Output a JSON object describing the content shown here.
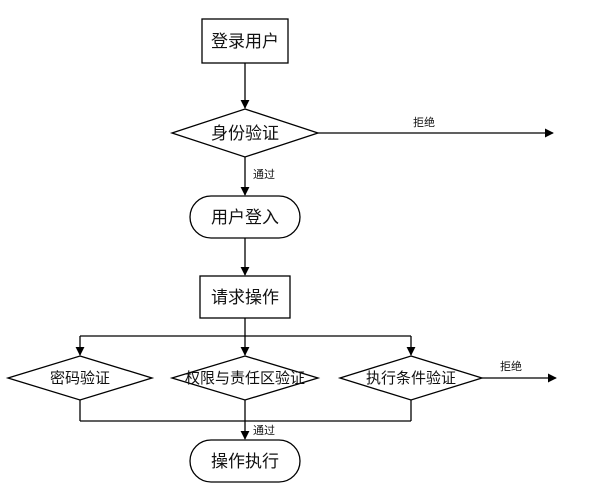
{
  "nodes": {
    "login_user": "登录用户",
    "identity_check": "身份验证",
    "user_login": "用户登入",
    "request_op": "请求操作",
    "password_check": "密码验证",
    "permission_check": "权限与责任区验证",
    "condition_check": "执行条件验证",
    "execute_op": "操作执行"
  },
  "edges": {
    "reject_1": "拒绝",
    "pass_1": "通过",
    "reject_2": "拒绝",
    "pass_2": "通过"
  },
  "colors": {
    "line": "#000000",
    "fill": "#ffffff",
    "text": "#111111"
  }
}
